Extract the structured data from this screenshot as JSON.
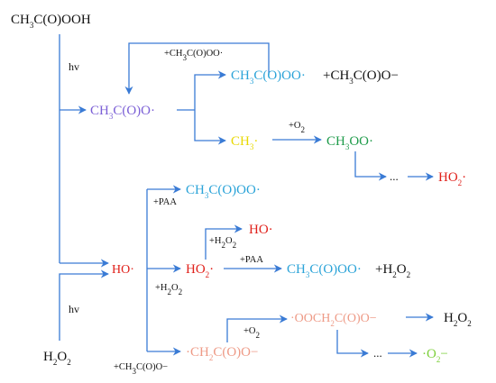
{
  "colors": {
    "arrow": "#3a7bd5",
    "black": "#111111",
    "purple": "#7b5fd6",
    "cyan": "#2aa3d8",
    "yellow": "#e8d800",
    "green": "#1e9b4a",
    "red": "#e0201a",
    "salmon": "#ee9a86",
    "lightgreen": "#7ccf3a"
  },
  "species": {
    "paa": {
      "parts": [
        "CH",
        "3",
        "C(O)OOH"
      ]
    },
    "h2o2_start": {
      "parts": [
        "H",
        "2",
        "O",
        "2"
      ]
    },
    "hv_top": "hv",
    "hv_bottom": "hv",
    "acetyloxy": {
      "parts": [
        "CH",
        "3",
        "C(O)O·"
      ]
    },
    "acetylperoxy_top": {
      "parts": [
        "CH",
        "3",
        "C(O)OO·"
      ]
    },
    "acetate_top": {
      "parts": [
        "+CH",
        "3",
        "C(O)O−"
      ]
    },
    "methyl": {
      "parts": [
        "CH",
        "3",
        "·"
      ]
    },
    "methylperoxy": {
      "parts": [
        "CH",
        "3",
        "OO·"
      ]
    },
    "ellipsis_top": "...",
    "ho2_top": {
      "parts": [
        "HO",
        "2",
        "·"
      ]
    },
    "acetylperoxy_mid": {
      "parts": [
        "CH",
        "3",
        "C(O)OO·"
      ]
    },
    "hydroxyl_center": "HO·",
    "hydroxyl_right": "HO·",
    "ho2_mid": {
      "parts": [
        "HO",
        "2",
        "·"
      ]
    },
    "acetylperoxy_low": {
      "parts": [
        "CH",
        "3",
        "C(O)OO·"
      ]
    },
    "h2o2_product": {
      "parts": [
        " +H",
        "2",
        "O",
        "2"
      ]
    },
    "ch2cooh": {
      "parts": [
        "·CH",
        "2",
        "C(O)O−"
      ]
    },
    "peroxy_acetate": {
      "parts": [
        "·OOCH",
        "2",
        "C(O)O−"
      ]
    },
    "h2o2_final": {
      "parts": [
        "H",
        "2",
        "O",
        "2"
      ]
    },
    "ellipsis_bottom": "...",
    "superoxide": {
      "parts": [
        "·O",
        "2",
        "−"
      ]
    }
  },
  "labels": {
    "plus_acetylperoxy": {
      "parts": [
        "+CH",
        "3",
        "C(O)OO·"
      ]
    },
    "plus_o2_top": {
      "parts": [
        "+O",
        "2"
      ]
    },
    "plus_paa_1": "+PAA",
    "plus_h2o2_center": {
      "parts": [
        "+H",
        "2",
        "O",
        "2"
      ]
    },
    "plus_h2o2_upper": {
      "parts": [
        "+H",
        "2",
        "O",
        "2"
      ]
    },
    "plus_paa_2": "+PAA",
    "plus_o2_bottom": {
      "parts": [
        "+O",
        "2"
      ]
    },
    "plus_acetate_bottom": {
      "parts": [
        "+CH",
        "3",
        "C(O)O−"
      ]
    }
  }
}
